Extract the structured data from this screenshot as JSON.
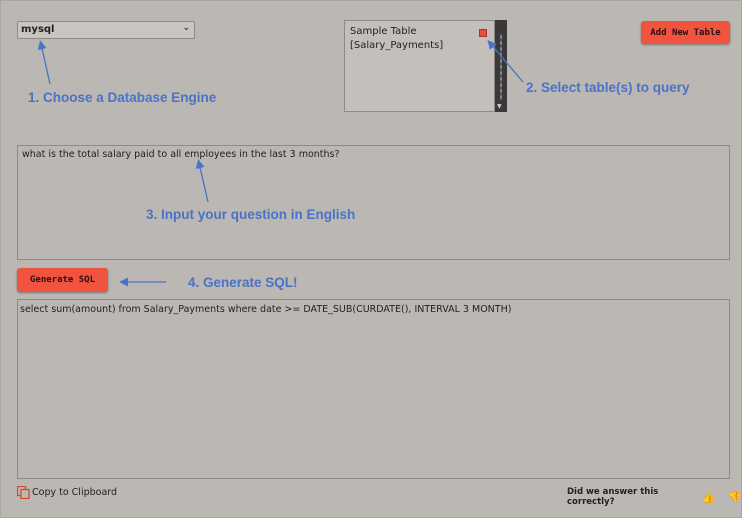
{
  "engine": {
    "value": "mysql"
  },
  "table_list": {
    "line1": "Sample Table",
    "line2": "[Salary_Payments]"
  },
  "buttons": {
    "add_table": "Add New Table",
    "generate": "Generate SQL"
  },
  "question": {
    "value": "what is the total salary paid to all employees in the last 3 months?"
  },
  "sql": {
    "value": "select sum(amount) from Salary_Payments where date >= DATE_SUB(CURDATE(), INTERVAL 3 MONTH)"
  },
  "annotations": {
    "step1": "1. Choose a Database Engine",
    "step2": "2. Select table(s) to query",
    "step3": "3. Input your question in English",
    "step4": "4. Generate SQL!"
  },
  "footer": {
    "copy": "Copy to Clipboard",
    "feedback": "Did we answer this correctly?"
  },
  "colors": {
    "accent": "#f0533e",
    "annotation": "#4a73c6",
    "background": "#bbb7b3"
  },
  "icons": {
    "copy": "copy-icon",
    "thumbs_up": "thumbs-up-icon",
    "thumbs_down": "thumbs-down-icon"
  }
}
